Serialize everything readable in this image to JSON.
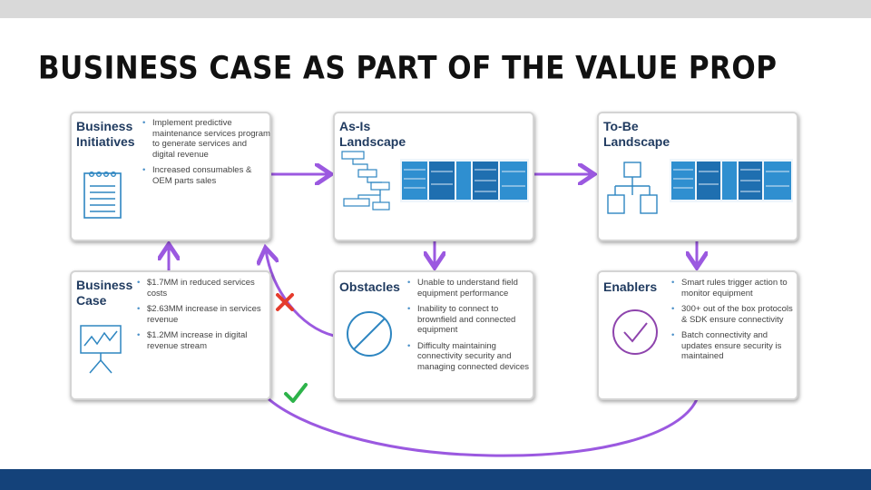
{
  "slide": {
    "title": "BUSINESS CASE AS PART OF THE VALUE PROP"
  },
  "boxes": {
    "initiatives": {
      "title_line1": "Business",
      "title_line2": "Initiatives",
      "bullets": [
        "Implement predictive maintenance services program to generate services and digital  revenue",
        "Increased consumables & OEM parts sales"
      ]
    },
    "asis": {
      "title_line1": "As-Is",
      "title_line2": "Landscape"
    },
    "tobe": {
      "title_line1": "To-Be",
      "title_line2": "Landscape"
    },
    "case": {
      "title_line1": "Business",
      "title_line2": "Case",
      "bullets": [
        "$1.7MM in reduced services costs",
        "$2.63MM increase in services revenue",
        "$1.2MM increase in digital revenue stream"
      ]
    },
    "obstacles": {
      "title": "Obstacles",
      "bullets": [
        "Unable to understand field equipment performance",
        "Inability to connect to brownfield and connected equipment",
        "Difficulty maintaining connectivity security and managing connected devices"
      ]
    },
    "enablers": {
      "title": "Enablers",
      "bullets": [
        "Smart rules trigger action to monitor equipment",
        "300+ out of the box protocols & SDK ensure connectivity",
        "Batch connectivity and updates ensure security is maintained"
      ]
    }
  },
  "colors": {
    "arrow": "#9b59e0",
    "title_text": "#1f3a5f",
    "icon_blue": "#2e86c1",
    "cross": "#e53b2c",
    "check": "#2db34a",
    "bottom_bar": "#14427a"
  }
}
